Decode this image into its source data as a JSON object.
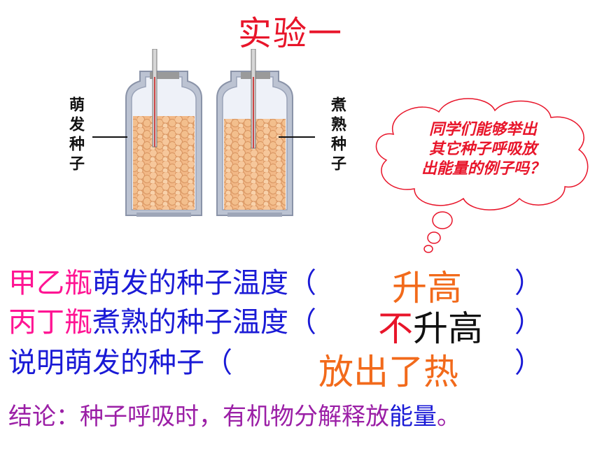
{
  "title": "实验一",
  "left_label": "萌发种子",
  "right_label": "煮熟种子",
  "cloud": {
    "line1": "同学们能够举出",
    "line2": "其它种子呼吸放",
    "line3": "出能量的例子吗？"
  },
  "row1": {
    "prefix": "甲乙瓶",
    "text": "萌发的种子温度（",
    "close": "）",
    "answer": "升高"
  },
  "row2": {
    "prefix": "丙丁瓶",
    "text": "煮熟的种子温度（",
    "close": "）",
    "answer_part1": "不",
    "answer_part2": "升高"
  },
  "row3": {
    "text": "说明萌发的种子（",
    "close": "）",
    "answer": "放出了热"
  },
  "conclusion": {
    "text": "结论：种子呼吸时，有机物分解释放",
    "highlight": "能量",
    "end": "。"
  }
}
